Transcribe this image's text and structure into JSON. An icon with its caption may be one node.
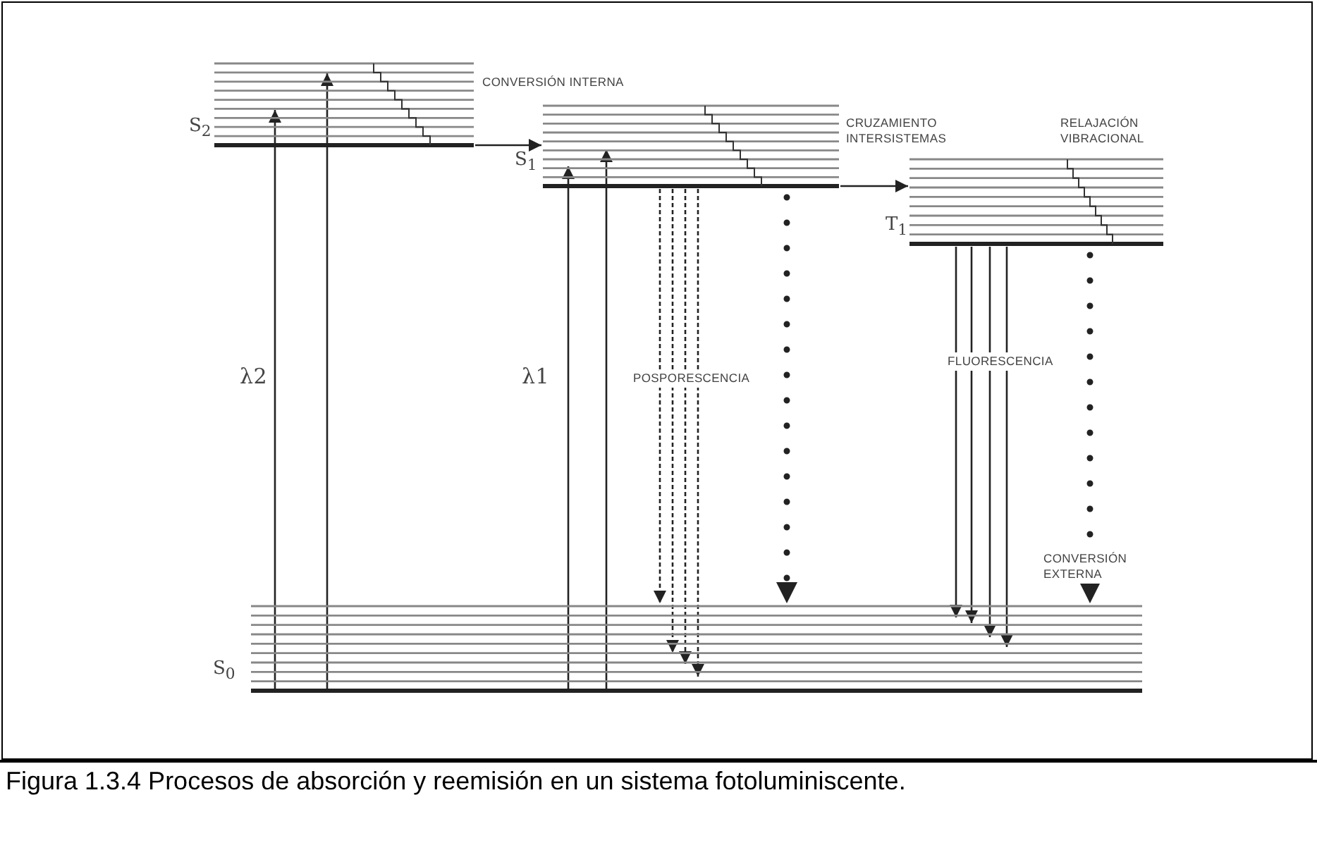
{
  "diagram": {
    "caption": "Figura 1.3.4 Procesos de absorción y reemisión en un sistema fotoluminiscente.",
    "nodes": [
      {
        "text": [
          "S$_{2}$"
        ]
      },
      {
        "text": [
          "S$_{1}$"
        ]
      },
      {
        "text": [
          "T$_{1}$"
        ]
      },
      {
        "text": [
          "S$_{0}$"
        ]
      }
    ],
    "edges": [
      {
        "from": 3,
        "to": 0,
        "arrow": "to"
      },
      {
        "from": 3,
        "to": 0,
        "arrow": "to"
      },
      {
        "from": 3,
        "to": 1,
        "arrow": "to"
      },
      {
        "from": 3,
        "to": 1,
        "arrow": "to"
      },
      {
        "from": 0,
        "to": 1,
        "arrow": "to"
      },
      {
        "from": 1,
        "to": 2,
        "arrow": "to"
      },
      {
        "from": 1,
        "to": 3,
        "arrow": "to",
        "style": "dashed"
      },
      {
        "from": 1,
        "to": 3,
        "arrow": "to",
        "style": "dashed"
      },
      {
        "from": 1,
        "to": 3,
        "arrow": "to",
        "style": "dashed"
      },
      {
        "from": 1,
        "to": 3,
        "arrow": "to",
        "style": "dashed"
      },
      {
        "from": 1,
        "to": 3,
        "arrow": "to",
        "style": "dashed"
      },
      {
        "from": 2,
        "to": 3,
        "arrow": "to"
      },
      {
        "from": 2,
        "to": 3,
        "arrow": "to"
      },
      {
        "from": 2,
        "to": 3,
        "arrow": "to"
      },
      {
        "from": 2,
        "to": 3,
        "arrow": "to"
      },
      {
        "from": 2,
        "to": 3,
        "arrow": "to",
        "style": "dashed"
      }
    ],
    "labels": [
      "CONVERSIÓN INTERNA",
      "CRUZAMIENTO INTERSISTEMAS",
      "RELAJACIÓN VIBRACIONAL",
      "POSPORESCENCIA",
      "FLUORESCENCIA",
      "λ2",
      "λ1",
      "CONVERSIÓN EXTERNA"
    ]
  }
}
